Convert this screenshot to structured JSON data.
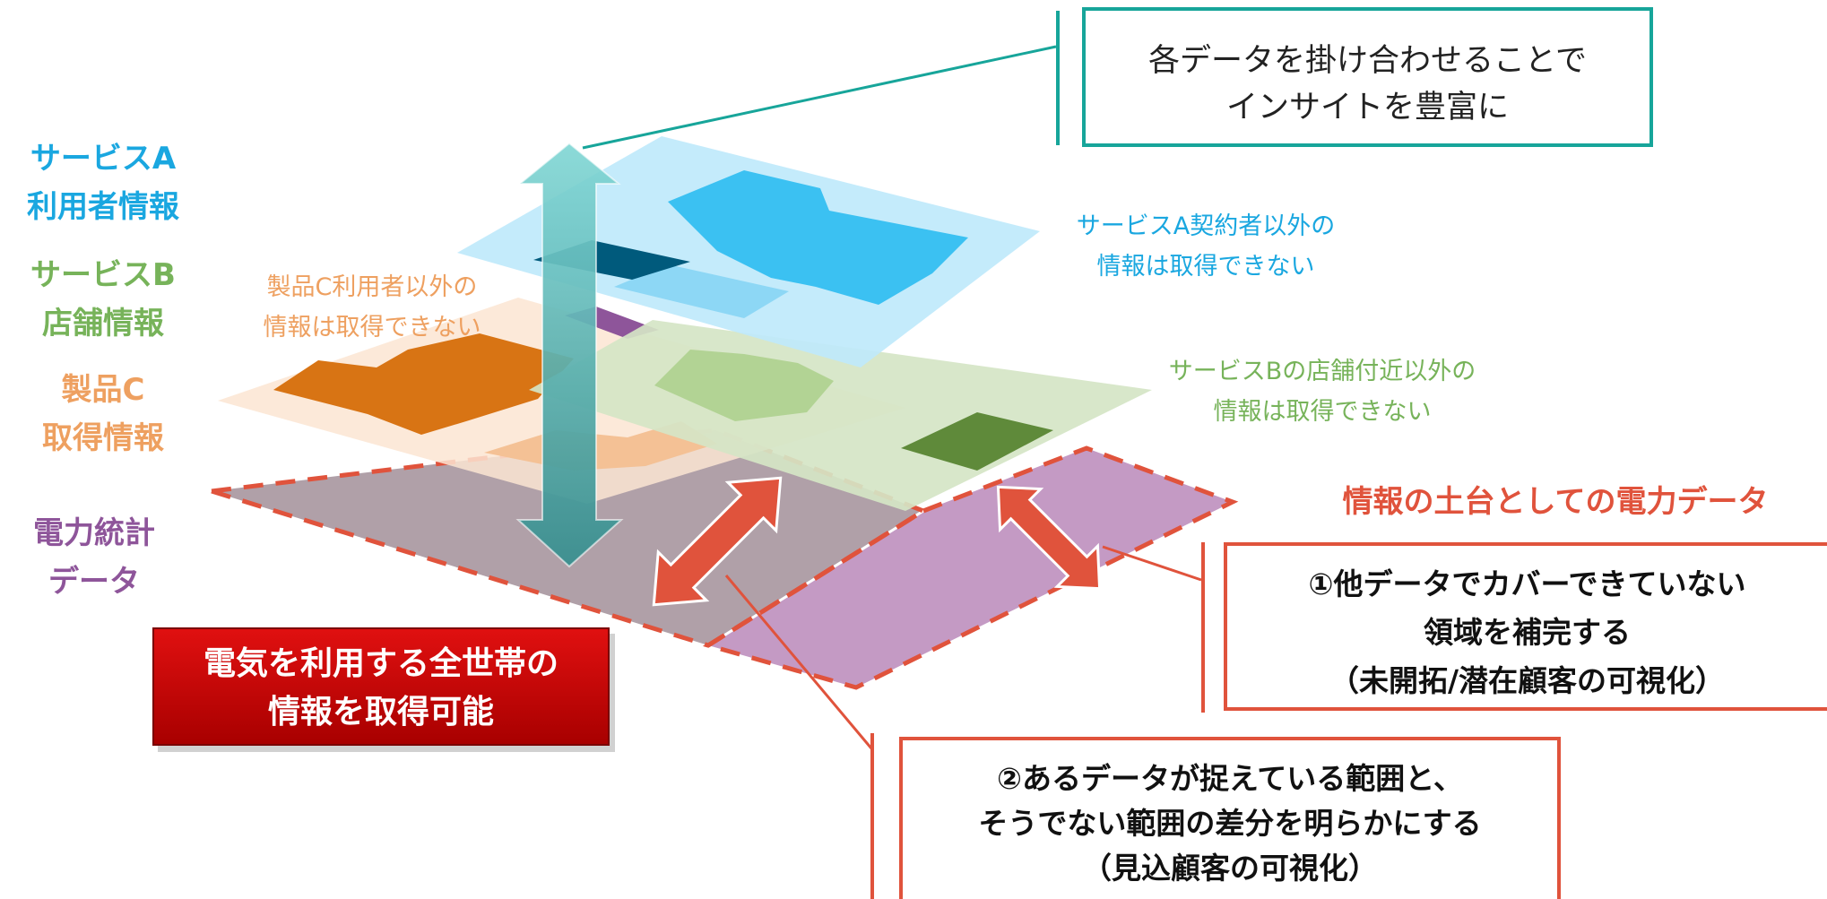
{
  "top_callout": {
    "line1": "各データを掛け合わせることで",
    "line2": "インサイトを豊富に"
  },
  "layer_labels": [
    {
      "line1": "サービスA",
      "line2": "利用者情報",
      "color": "#1aa7e0"
    },
    {
      "line1": "サービスB",
      "line2": "店舗情報",
      "color": "#77b35a"
    },
    {
      "line1": "製品C",
      "line2": "取得情報",
      "color": "#eea060"
    },
    {
      "line1": "電力統計",
      "line2": "データ",
      "color": "#8e559a"
    }
  ],
  "notes": {
    "product_c": {
      "line1": "製品C利用者以外の",
      "line2": "情報は取得できない",
      "color": "#eea060"
    },
    "service_a": {
      "line1": "サービスA契約者以外の",
      "line2": "情報は取得できない",
      "color": "#1aa7e0"
    },
    "service_b": {
      "line1": "サービスBの店舗付近以外の",
      "line2": "情報は取得できない",
      "color": "#77b35a"
    }
  },
  "foundation_heading": {
    "text": "情報の土台としての電力データ",
    "color": "#e0533c"
  },
  "box1": {
    "line1": "①他データでカバーできていない",
    "line2": "領域を補完する",
    "line3": "（未開拓/潜在顧客の可視化）"
  },
  "box2": {
    "line1": "②あるデータが捉えている範囲と、",
    "line2": "そうでない範囲の差分を明らかにする",
    "line3": "（見込顧客の可視化）"
  },
  "red_banner": {
    "line1": "電気を利用する全世帯の",
    "line2": "情報を取得可能"
  },
  "colors": {
    "teal": "#17a59a",
    "accent_red": "#e0533c",
    "banner_red": "#c00000",
    "power_layer": "#b0a0a8",
    "power_right": "#c49ac4",
    "service_a_layer": "#bfe9fb",
    "service_b_layer": "#d5e5c5",
    "product_c_layer": "#fbe5d2"
  }
}
